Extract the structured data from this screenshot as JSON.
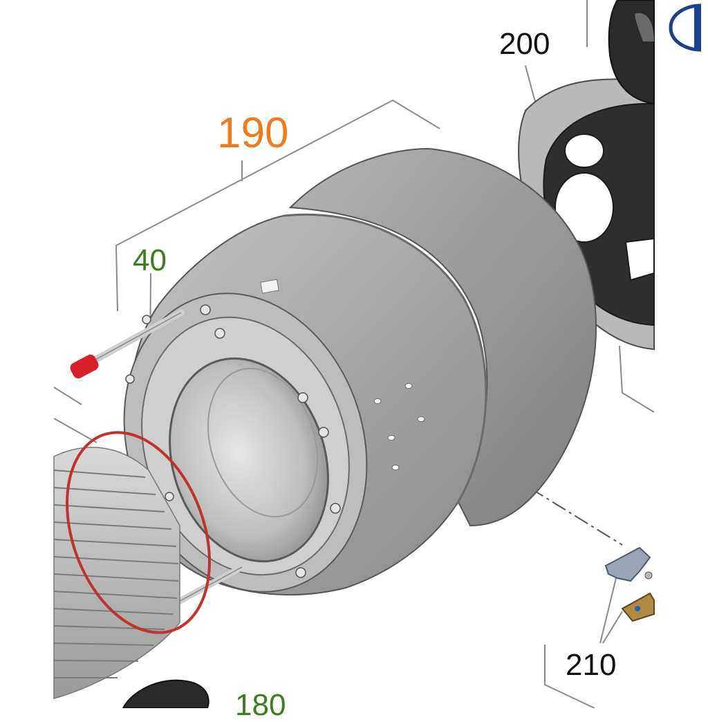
{
  "callouts": [
    {
      "id": "190",
      "text": "190",
      "color": "#f07a1e"
    },
    {
      "id": "200",
      "text": "200",
      "color": "#111111"
    },
    {
      "id": "40",
      "text": "40",
      "color": "#3c7d1e"
    },
    {
      "id": "210",
      "text": "210",
      "color": "#111111"
    },
    {
      "id": "180",
      "text": "180",
      "color": "#3c7d1e"
    }
  ],
  "colors": {
    "housing": "#a9a9a9",
    "housing_dark": "#7c7c7c",
    "gasket": "#c0322a",
    "pin_tip": "#d8202a",
    "flange": "#b9b9b9",
    "leader": "#8a8a8a",
    "logo": "#1f3f8f"
  },
  "icons": [
    "brand-logo-icon"
  ]
}
